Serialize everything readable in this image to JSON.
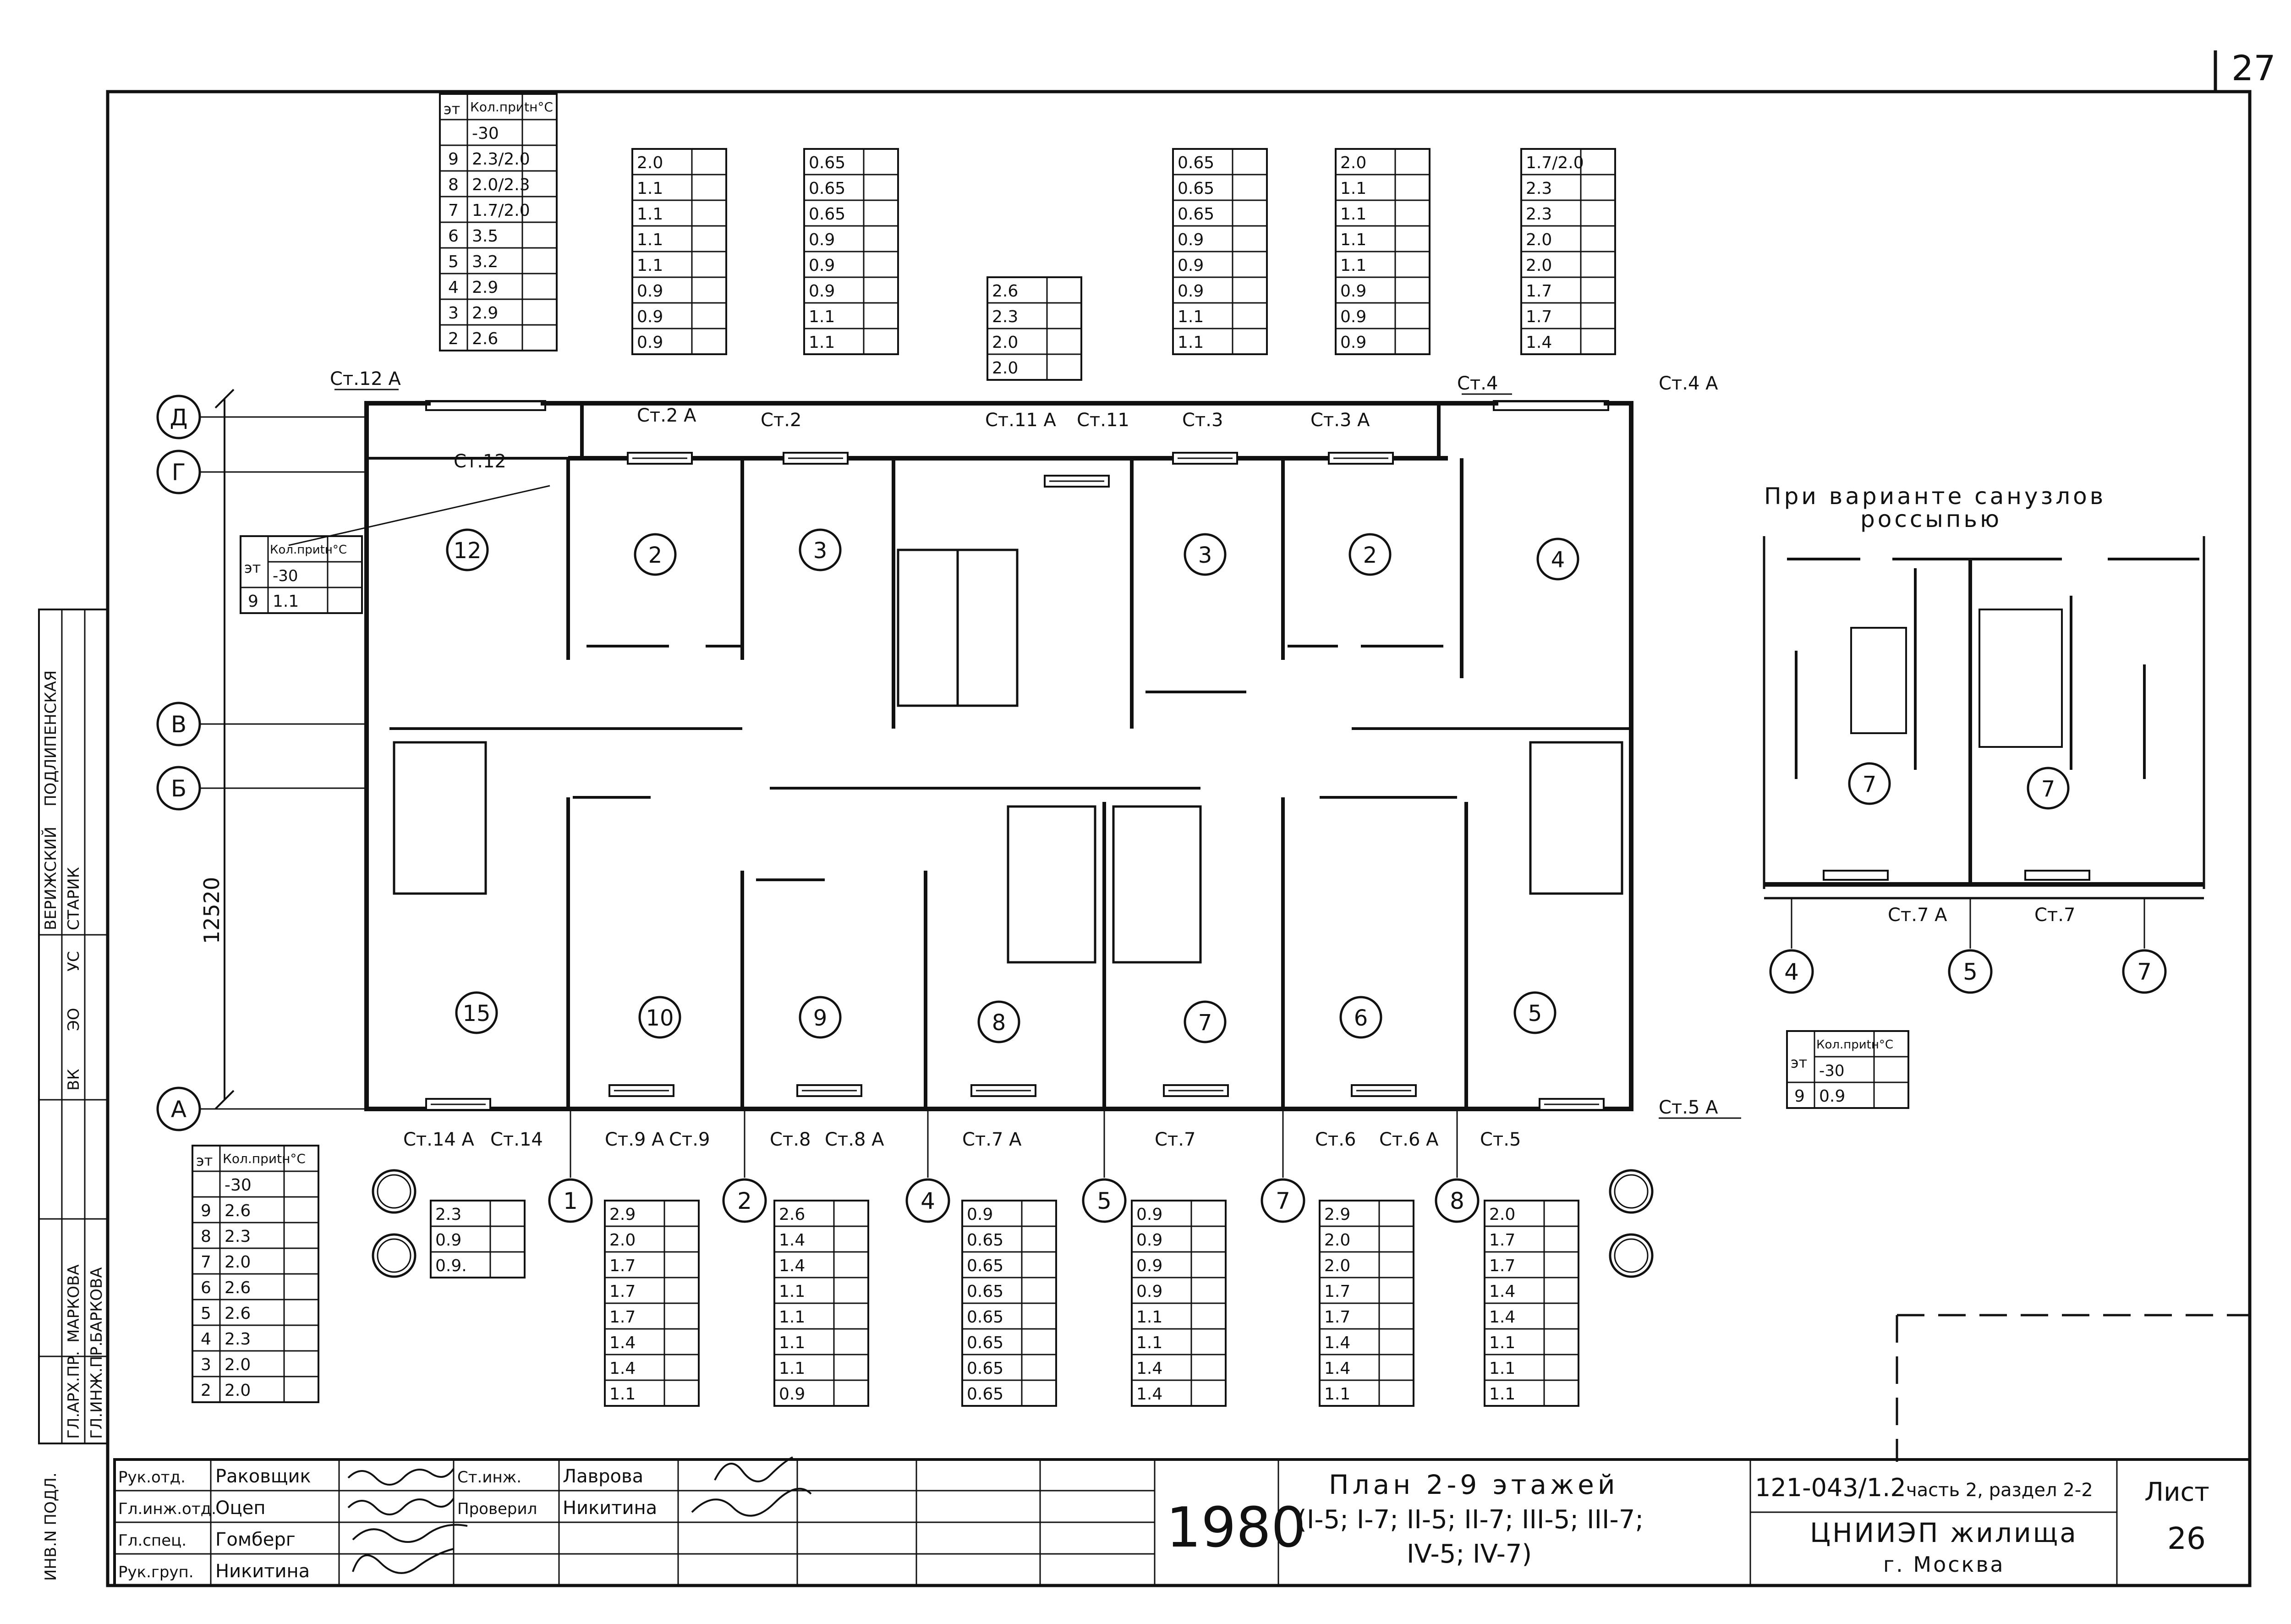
{
  "page_number": "27",
  "side_stamp": {
    "labels": [
      "ВЕРИЖСКИЙ",
      "ПОДЛИПЕНСКАЯ",
      "СТАРИК",
      "МАРКОВА",
      "БАРКОВА",
      "ГЛ.АРХ.ПР.",
      "ГЛ.ИНЖ.ПР.",
      "ИНВ.N ПОДЛ."
    ],
    "codes": [
      "ВК",
      "ЭО",
      "УС"
    ]
  },
  "axes_letters": [
    "Д",
    "Г",
    "В",
    "Б",
    "А"
  ],
  "axes_numbers": [
    "1",
    "2",
    "4",
    "5",
    "7",
    "8"
  ],
  "dimension": "12520",
  "rooms": [
    "12",
    "2",
    "3",
    "3",
    "2",
    "4",
    "15",
    "10",
    "9",
    "8",
    "7",
    "6",
    "5"
  ],
  "risers": [
    "Ст.12 А",
    "Ст.12",
    "Ст.2 А",
    "Ст.2",
    "Ст.11 А",
    "Ст.11",
    "Ст.3",
    "Ст.3 А",
    "Ст.4",
    "Ст.4 А",
    "Ст.5 А",
    "Ст.14 А",
    "Ст.14",
    "Ст.9 А",
    "Ст.9",
    "Ст.8",
    "Ст.8 А",
    "Ст.7 А",
    "Ст.7",
    "Ст.6",
    "Ст.6 А",
    "Ст.5"
  ],
  "tables": {
    "header_floor": "эт",
    "header_qty": "Кол.приtн°С",
    "header_temp": "-30",
    "floors_full": [
      "9",
      "8",
      "7",
      "6",
      "5",
      "4",
      "3",
      "2"
    ],
    "t12": [
      "2.3/2.0",
      "2.0/2.3",
      "1.7/2.0",
      "3.5",
      "3.2",
      "2.9",
      "2.9",
      "2.6"
    ],
    "t2a": [
      "2.0",
      "1.1",
      "1.1",
      "1.1",
      "1.1",
      "0.9",
      "0.9",
      "0.9"
    ],
    "t2": [
      "0.65",
      "0.65",
      "0.65",
      "0.9",
      "0.9",
      "0.9",
      "1.1",
      "1.1"
    ],
    "t11": [
      "2.6",
      "2.3",
      "2.0",
      "2.0"
    ],
    "t3": [
      "0.65",
      "0.65",
      "0.65",
      "0.9",
      "0.9",
      "0.9",
      "1.1",
      "1.1"
    ],
    "t3a": [
      "2.0",
      "1.1",
      "1.1",
      "1.1",
      "1.1",
      "0.9",
      "0.9",
      "0.9"
    ],
    "t4": [
      "1.7/2.0",
      "2.3",
      "2.3",
      "2.0",
      "2.0",
      "1.7",
      "1.7",
      "1.4"
    ],
    "tsmall_floor": "9",
    "tsmall_val": "1.1",
    "t5a_floor": "9",
    "t5a_val": "0.9",
    "t14": [
      "2.6",
      "2.3",
      "2.0",
      "2.6",
      "2.6",
      "2.3",
      "2.0",
      "2.0"
    ],
    "t14b": [
      "2.3",
      "0.9",
      "0.9."
    ],
    "t9a": [
      "2.9",
      "2.0",
      "1.7",
      "1.7",
      "1.7",
      "1.4",
      "1.4",
      "1.1"
    ],
    "t8": [
      "2.6",
      "1.4",
      "1.4",
      "1.1",
      "1.1",
      "1.1",
      "1.1",
      "0.9"
    ],
    "t7a": [
      "0.9",
      "0.65",
      "0.65",
      "0.65",
      "0.65",
      "0.65",
      "0.65",
      "0.65"
    ],
    "t7": [
      "0.9",
      "0.9",
      "0.9",
      "0.9",
      "1.1",
      "1.1",
      "1.4",
      "1.4"
    ],
    "t6": [
      "2.9",
      "2.0",
      "2.0",
      "1.7",
      "1.7",
      "1.4",
      "1.4",
      "1.1"
    ],
    "t5": [
      "2.0",
      "1.7",
      "1.7",
      "1.4",
      "1.4",
      "1.1",
      "1.1",
      "1.1"
    ]
  },
  "variant": {
    "title1": "При варианте санузлов",
    "title2": "россыпью",
    "rooms": [
      "7",
      "7"
    ],
    "risers": [
      "Ст.7 А",
      "Ст.7"
    ],
    "axes": [
      "4",
      "5",
      "7"
    ]
  },
  "title_block": {
    "rows": [
      {
        "role": "Рук.отд.",
        "name": "Раковщик"
      },
      {
        "role": "Гл.инж.отд.",
        "name": "Оцеп"
      },
      {
        "role": "Гл.спец.",
        "name": "Гомберг"
      },
      {
        "role": "Рук.груп.",
        "name": "Никитина"
      }
    ],
    "rows2": [
      {
        "role": "Ст.инж.",
        "name": "Лаврова"
      },
      {
        "role": "Проверил",
        "name": "Никитина"
      }
    ],
    "year": "1980",
    "title_line1": "План 2-9 этажей",
    "title_line2": "(I-5; I-7; II-5; II-7; III-5; III-7;",
    "title_line3": "IV-5; IV-7)",
    "project_code": "121-043/1.2",
    "project_part": "часть 2, раздел 2-2",
    "org": "ЦНИИЭП жилища",
    "city": "г. Москва",
    "sheet_label": "Лист",
    "sheet_number": "26"
  }
}
